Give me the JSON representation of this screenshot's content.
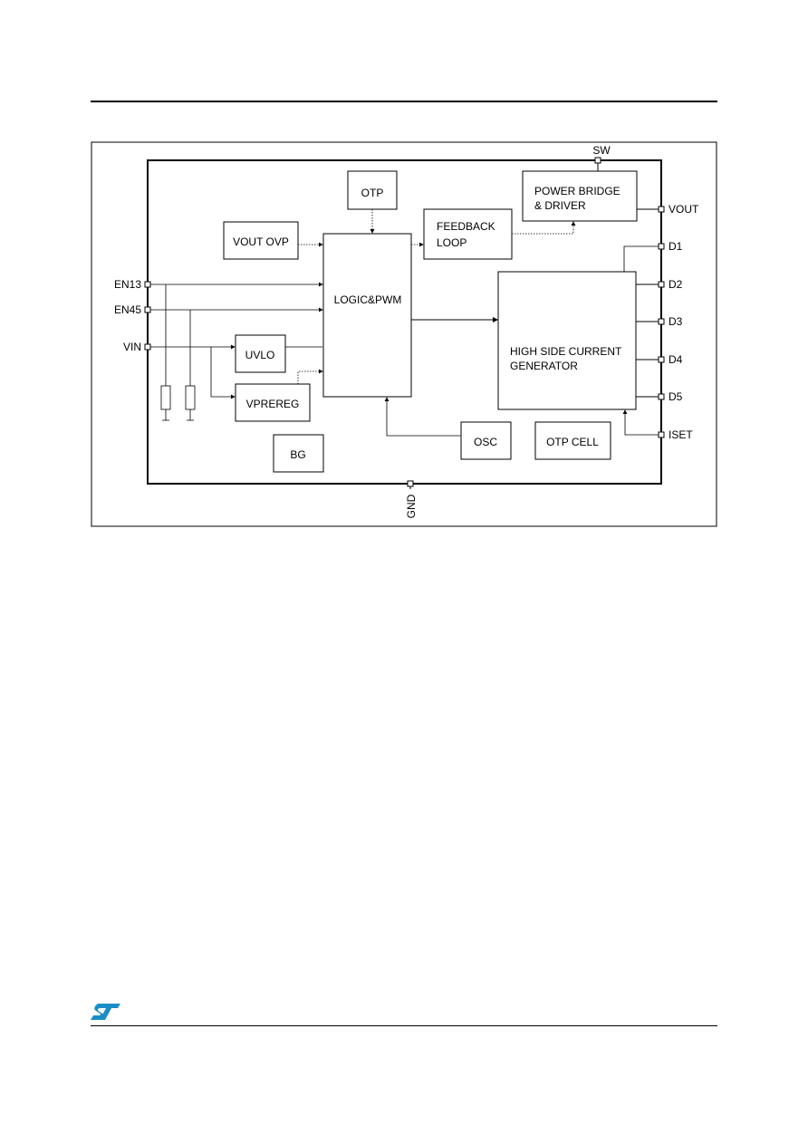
{
  "blocks": {
    "otp": "OTP",
    "vout_ovp": "VOUT OVP",
    "feedback_line1": "FEEDBACK",
    "feedback_line2": "LOOP",
    "power_bridge_line1": "POWER BRIDGE",
    "power_bridge_line2": "& DRIVER",
    "logic_pwm": "LOGIC&PWM",
    "uvlo": "UVLO",
    "vprereg": "VPREREG",
    "bg": "BG",
    "osc": "OSC",
    "otp_cell": "OTP CELL",
    "hscg_line1": "HIGH SIDE CURRENT",
    "hscg_line2": "GENERATOR"
  },
  "pins": {
    "sw": "SW",
    "vout": "VOUT",
    "d1": "D1",
    "d2": "D2",
    "d3": "D3",
    "d4": "D4",
    "d5": "D5",
    "iset": "ISET",
    "en13": "EN13",
    "en45": "EN45",
    "vin": "VIN",
    "gnd": "GND"
  },
  "colors": {
    "line": "#000000",
    "logo": "#1b8dc7"
  }
}
